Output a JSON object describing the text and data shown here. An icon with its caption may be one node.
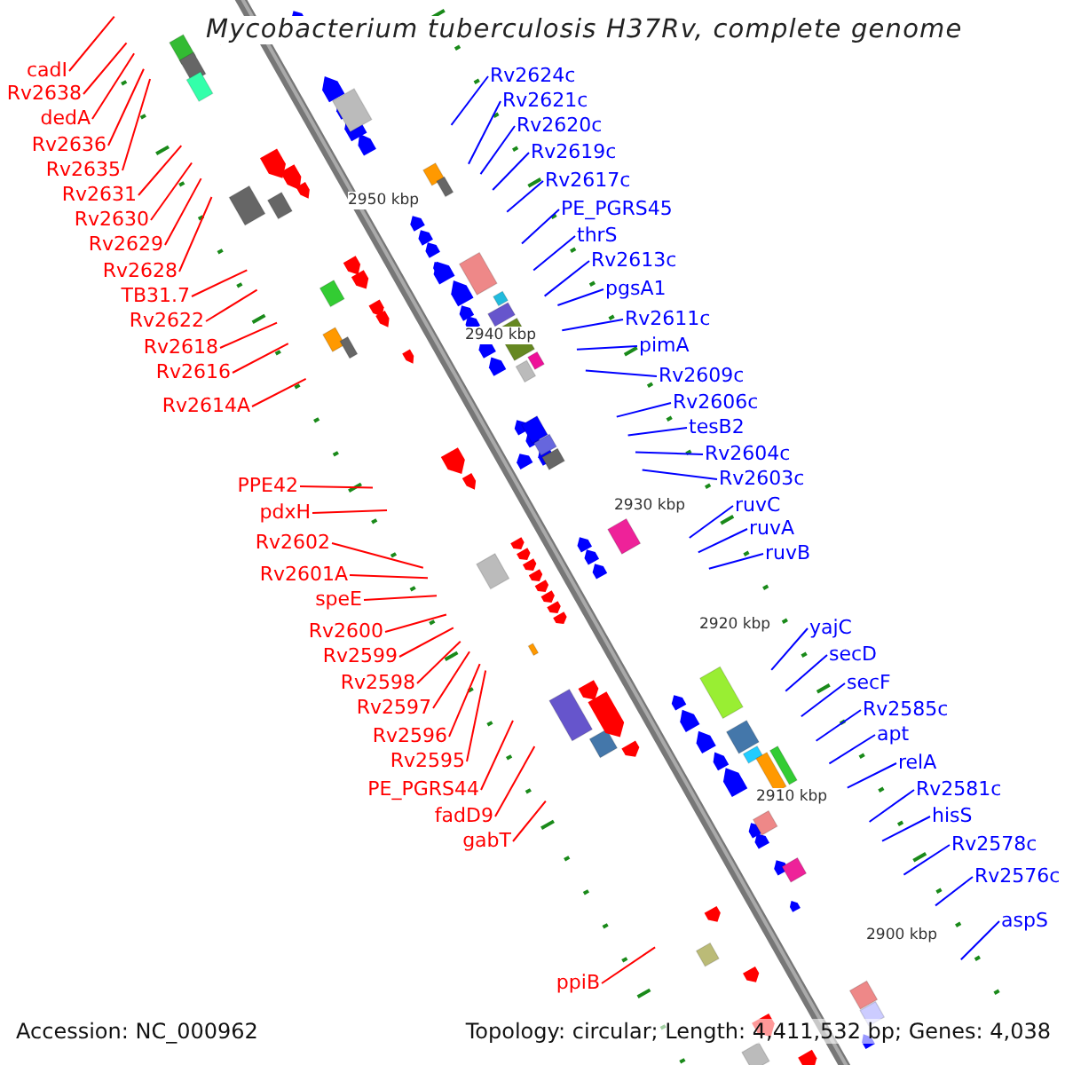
{
  "diagram": {
    "title": "Mycobacterium tuberculosis H37Rv, complete genome",
    "nodes": [
      {
        "text": [
          "cadI"
        ]
      },
      {
        "text": [
          "Rv2638"
        ]
      },
      {
        "text": [
          "dedA"
        ]
      },
      {
        "text": [
          "Rv2636"
        ]
      },
      {
        "text": [
          "Rv2635"
        ]
      },
      {
        "text": [
          "Rv2631"
        ]
      },
      {
        "text": [
          "Rv2630"
        ]
      },
      {
        "text": [
          "Rv2629"
        ]
      },
      {
        "text": [
          "Rv2628"
        ]
      },
      {
        "text": [
          "TB31.7"
        ]
      },
      {
        "text": [
          "Rv2622"
        ]
      },
      {
        "text": [
          "Rv2618"
        ]
      },
      {
        "text": [
          "Rv2616"
        ]
      },
      {
        "text": [
          "Rv2614A"
        ]
      },
      {
        "text": [
          "PPE42"
        ]
      },
      {
        "text": [
          "pdxH"
        ]
      },
      {
        "text": [
          "Rv2602"
        ]
      },
      {
        "text": [
          "Rv2601A"
        ]
      },
      {
        "text": [
          "speE"
        ]
      },
      {
        "text": [
          "Rv2600"
        ]
      },
      {
        "text": [
          "Rv2599"
        ]
      },
      {
        "text": [
          "Rv2598"
        ]
      },
      {
        "text": [
          "Rv2597"
        ]
      },
      {
        "text": [
          "Rv2596"
        ]
      },
      {
        "text": [
          "Rv2595"
        ]
      },
      {
        "text": [
          "PE_PGRS44"
        ]
      },
      {
        "text": [
          "fadD9"
        ]
      },
      {
        "text": [
          "gabT"
        ]
      },
      {
        "text": [
          "ppiB"
        ]
      },
      {
        "text": [
          "Rv2624c"
        ]
      },
      {
        "text": [
          "Rv2621c"
        ]
      },
      {
        "text": [
          "Rv2620c"
        ]
      },
      {
        "text": [
          "Rv2619c"
        ]
      },
      {
        "text": [
          "Rv2617c"
        ]
      },
      {
        "text": [
          "PE_PGRS45"
        ]
      },
      {
        "text": [
          "thrS"
        ]
      },
      {
        "text": [
          "Rv2613c"
        ]
      },
      {
        "text": [
          "pgsA1"
        ]
      },
      {
        "text": [
          "Rv2611c"
        ]
      },
      {
        "text": [
          "pimA"
        ]
      },
      {
        "text": [
          "Rv2609c"
        ]
      },
      {
        "text": [
          "Rv2606c"
        ]
      },
      {
        "text": [
          "tesB2"
        ]
      },
      {
        "text": [
          "Rv2604c"
        ]
      },
      {
        "text": [
          "Rv2603c"
        ]
      },
      {
        "text": [
          "ruvC"
        ]
      },
      {
        "text": [
          "ruvA"
        ]
      },
      {
        "text": [
          "ruvB"
        ]
      },
      {
        "text": [
          "yajC"
        ]
      },
      {
        "text": [
          "secD"
        ]
      },
      {
        "text": [
          "secF"
        ]
      },
      {
        "text": [
          "Rv2585c"
        ]
      },
      {
        "text": [
          "apt"
        ]
      },
      {
        "text": [
          "relA"
        ]
      },
      {
        "text": [
          "Rv2581c"
        ]
      },
      {
        "text": [
          "hisS"
        ]
      },
      {
        "text": [
          "Rv2578c"
        ]
      },
      {
        "text": [
          "Rv2576c"
        ]
      },
      {
        "text": [
          "aspS"
        ]
      }
    ],
    "edges": [
      {
        "from": 0,
        "to": null,
        "arrow": "none",
        "color": "#ff0000"
      },
      {
        "from": 1,
        "to": null,
        "arrow": "none",
        "color": "#ff0000"
      },
      {
        "from": 2,
        "to": null,
        "arrow": "none",
        "color": "#ff0000"
      },
      {
        "from": 3,
        "to": null,
        "arrow": "none",
        "color": "#ff0000"
      },
      {
        "from": 4,
        "to": null,
        "arrow": "none",
        "color": "#ff0000"
      },
      {
        "from": 5,
        "to": null,
        "arrow": "none",
        "color": "#ff0000"
      },
      {
        "from": 6,
        "to": null,
        "arrow": "none",
        "color": "#ff0000"
      },
      {
        "from": 7,
        "to": null,
        "arrow": "none",
        "color": "#ff0000"
      },
      {
        "from": 8,
        "to": null,
        "arrow": "none",
        "color": "#ff0000"
      },
      {
        "from": 9,
        "to": null,
        "arrow": "none",
        "color": "#ff0000"
      },
      {
        "from": 10,
        "to": null,
        "arrow": "none",
        "color": "#ff0000"
      },
      {
        "from": 11,
        "to": null,
        "arrow": "none",
        "color": "#ff0000"
      },
      {
        "from": 12,
        "to": null,
        "arrow": "none",
        "color": "#ff0000"
      },
      {
        "from": 13,
        "to": null,
        "arrow": "none",
        "color": "#ff0000"
      },
      {
        "from": 14,
        "to": null,
        "arrow": "none",
        "color": "#ff0000"
      },
      {
        "from": 15,
        "to": null,
        "arrow": "none",
        "color": "#ff0000"
      },
      {
        "from": 16,
        "to": null,
        "arrow": "none",
        "color": "#ff0000"
      },
      {
        "from": 17,
        "to": null,
        "arrow": "none",
        "color": "#ff0000"
      },
      {
        "from": 18,
        "to": null,
        "arrow": "none",
        "color": "#ff0000"
      },
      {
        "from": 19,
        "to": null,
        "arrow": "none",
        "color": "#ff0000"
      },
      {
        "from": 20,
        "to": null,
        "arrow": "none",
        "color": "#ff0000"
      },
      {
        "from": 21,
        "to": null,
        "arrow": "none",
        "color": "#ff0000"
      },
      {
        "from": 22,
        "to": null,
        "arrow": "none",
        "color": "#ff0000"
      },
      {
        "from": 23,
        "to": null,
        "arrow": "none",
        "color": "#ff0000"
      },
      {
        "from": 24,
        "to": null,
        "arrow": "none",
        "color": "#ff0000"
      },
      {
        "from": 25,
        "to": null,
        "arrow": "none",
        "color": "#ff0000"
      },
      {
        "from": 26,
        "to": null,
        "arrow": "none",
        "color": "#ff0000"
      },
      {
        "from": 27,
        "to": null,
        "arrow": "none",
        "color": "#ff0000"
      },
      {
        "from": 28,
        "to": null,
        "arrow": "none",
        "color": "#ff0000"
      },
      {
        "from": 29,
        "to": null,
        "arrow": "none"
      },
      {
        "from": 30,
        "to": null,
        "arrow": "none"
      },
      {
        "from": 31,
        "to": null,
        "arrow": "none"
      },
      {
        "from": 32,
        "to": null,
        "arrow": "none"
      },
      {
        "from": 33,
        "to": null,
        "arrow": "none"
      },
      {
        "from": 34,
        "to": null,
        "arrow": "none"
      },
      {
        "from": 35,
        "to": null,
        "arrow": "none"
      },
      {
        "from": 36,
        "to": null,
        "arrow": "none"
      },
      {
        "from": 37,
        "to": null,
        "arrow": "none"
      },
      {
        "from": 38,
        "to": null,
        "arrow": "none"
      },
      {
        "from": 39,
        "to": null,
        "arrow": "none"
      },
      {
        "from": 40,
        "to": null,
        "arrow": "none"
      },
      {
        "from": 41,
        "to": null,
        "arrow": "none"
      },
      {
        "from": 42,
        "to": null,
        "arrow": "none"
      },
      {
        "from": 43,
        "to": null,
        "arrow": "none"
      },
      {
        "from": 44,
        "to": null,
        "arrow": "none"
      },
      {
        "from": 45,
        "to": null,
        "arrow": "none"
      },
      {
        "from": 46,
        "to": null,
        "arrow": "none"
      },
      {
        "from": 47,
        "to": null,
        "arrow": "none"
      },
      {
        "from": 48,
        "to": null,
        "arrow": "none"
      },
      {
        "from": 49,
        "to": null,
        "arrow": "none"
      },
      {
        "from": 50,
        "to": null,
        "arrow": "none"
      },
      {
        "from": 51,
        "to": null,
        "arrow": "none"
      },
      {
        "from": 52,
        "to": null,
        "arrow": "none"
      },
      {
        "from": 53,
        "to": null,
        "arrow": "none"
      },
      {
        "from": 54,
        "to": null,
        "arrow": "none"
      },
      {
        "from": 55,
        "to": null,
        "arrow": "none"
      },
      {
        "from": 56,
        "to": null,
        "arrow": "none"
      },
      {
        "from": 57,
        "to": null,
        "arrow": "none"
      },
      {
        "from": 58,
        "to": null,
        "arrow": "none"
      }
    ],
    "labels": [
      "2950 kbp",
      "2940 kbp",
      "2930 kbp",
      "2920 kbp",
      "2910 kbp",
      "2900 kbp",
      "Accession: NC_000962",
      "Topology: circular; Length: 4,411,532 bp; Genes: 4,038"
    ]
  }
}
